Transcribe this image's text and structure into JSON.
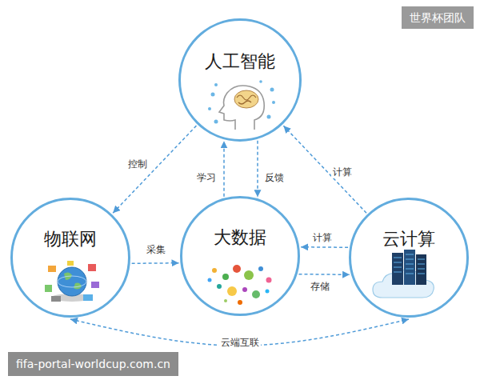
{
  "diagram": {
    "nodes": [
      {
        "text": [
          "人工智能"
        ]
      },
      {
        "text": [
          "物联网"
        ]
      },
      {
        "text": [
          "大数据"
        ]
      },
      {
        "text": [
          "云计算"
        ]
      }
    ],
    "edges": [
      {
        "from": 0,
        "to": 1,
        "label": "控制",
        "arrow": "to"
      },
      {
        "from": 2,
        "to": 0,
        "label": "学习",
        "arrow": "to"
      },
      {
        "from": 0,
        "to": 2,
        "label": "反馈",
        "arrow": "to"
      },
      {
        "from": 3,
        "to": 0,
        "label": "计算",
        "arrow": "to"
      },
      {
        "from": 1,
        "to": 2,
        "label": "采集",
        "arrow": "to"
      },
      {
        "from": 3,
        "to": 2,
        "label": "计算",
        "arrow": "to"
      },
      {
        "from": 2,
        "to": 3,
        "label": "存储",
        "arrow": "to"
      },
      {
        "from": 1,
        "to": 3,
        "label": "云端互联",
        "arrow": "both"
      }
    ],
    "labels": [
      "世界杯团队",
      "fifa-portal-worldcup.com.cn"
    ]
  }
}
